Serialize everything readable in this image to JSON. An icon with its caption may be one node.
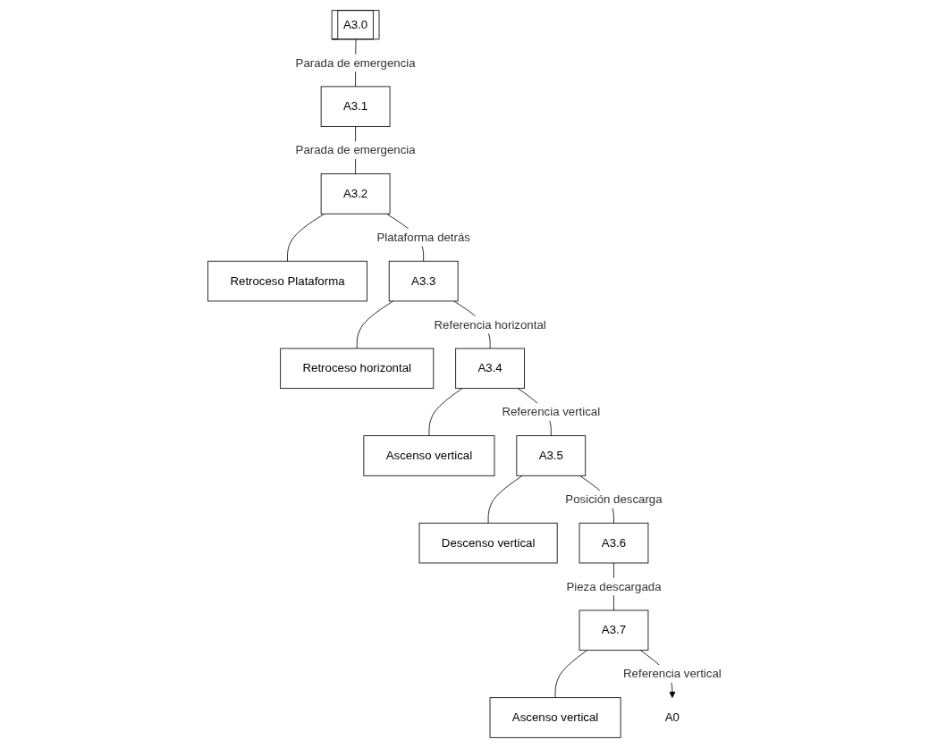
{
  "diagram": {
    "nodes": [
      {
        "text": [
          "A3.0"
        ]
      },
      {
        "text": [
          "A3.1"
        ]
      },
      {
        "text": [
          "A3.2"
        ]
      },
      {
        "text": [
          "Retroceso Plataforma"
        ]
      },
      {
        "text": [
          "A3.3"
        ]
      },
      {
        "text": [
          "Retroceso horizontal"
        ]
      },
      {
        "text": [
          "A3.4"
        ]
      },
      {
        "text": [
          "Ascenso vertical"
        ]
      },
      {
        "text": [
          "A3.5"
        ]
      },
      {
        "text": [
          "Descenso vertical"
        ]
      },
      {
        "text": [
          "A3.6"
        ]
      },
      {
        "text": [
          "A3.7"
        ]
      },
      {
        "text": [
          "Ascenso vertical"
        ]
      },
      {
        "text": [
          "A0"
        ]
      }
    ],
    "edges": [
      {
        "from": 0,
        "to": 1,
        "arrow": "none",
        "label": "Parada de emergencia"
      },
      {
        "from": 1,
        "to": 2,
        "arrow": "none",
        "label": "Parada de emergencia"
      },
      {
        "from": 2,
        "to": 3,
        "arrow": "none"
      },
      {
        "from": 2,
        "to": 4,
        "arrow": "none",
        "label": "Plataforma detrás"
      },
      {
        "from": 4,
        "to": 5,
        "arrow": "none"
      },
      {
        "from": 4,
        "to": 6,
        "arrow": "none",
        "label": "Referencia horizontal"
      },
      {
        "from": 6,
        "to": 7,
        "arrow": "none"
      },
      {
        "from": 6,
        "to": 8,
        "arrow": "none",
        "label": "Referencia vertical"
      },
      {
        "from": 8,
        "to": 9,
        "arrow": "none"
      },
      {
        "from": 8,
        "to": 10,
        "arrow": "none",
        "label": "Posición descarga"
      },
      {
        "from": 10,
        "to": 11,
        "arrow": "none",
        "label": "Pieza descargada"
      },
      {
        "from": 11,
        "to": 12,
        "arrow": "none"
      },
      {
        "from": 11,
        "to": 13,
        "arrow": "to",
        "label": "Referencia vertical"
      }
    ]
  }
}
